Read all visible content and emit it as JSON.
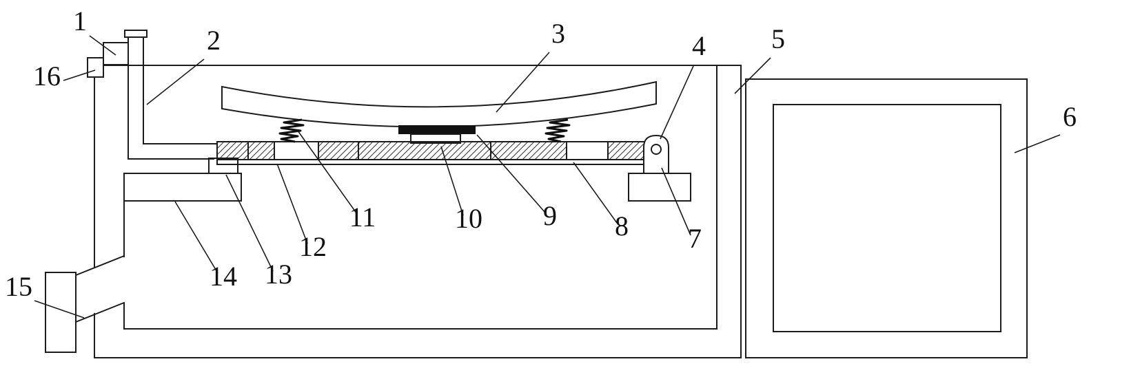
{
  "figure": {
    "type": "patent technical line drawing",
    "background_color": "#ffffff",
    "line_color": "#1c1c1c",
    "plate_fill": "#ececec",
    "solid_strip_color": "#111111"
  },
  "labels": {
    "1": "1",
    "2": "2",
    "3": "3",
    "4": "4",
    "5": "5",
    "6": "6",
    "7": "7",
    "8": "8",
    "9": "9",
    "10": "10",
    "11": "11",
    "12": "12",
    "13": "13",
    "14": "14",
    "15": "15",
    "16": "16"
  }
}
